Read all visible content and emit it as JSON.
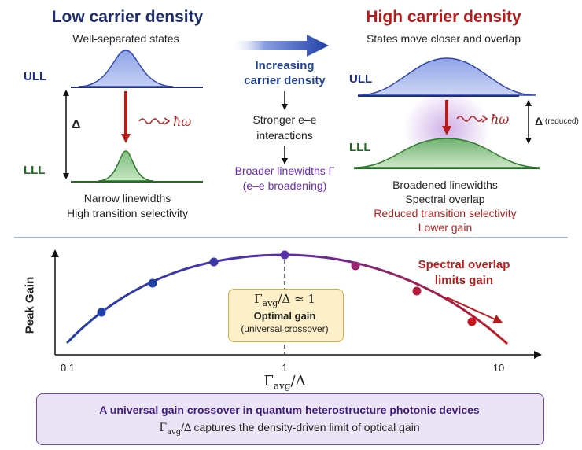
{
  "left": {
    "title": "Low carrier density",
    "subtitle": "Well-separated states",
    "ull": "ULL",
    "lll": "LLL",
    "delta": "Δ",
    "photon": "ħω",
    "notes": [
      "Narrow linewidths",
      "High transition selectivity"
    ]
  },
  "middle": {
    "line1": "Increasing",
    "line2": "carrier density",
    "step1a": "Stronger e–e",
    "step1b": "interactions",
    "step2a": "Broader linewidths Γ",
    "step2b": "(e–e broadening)"
  },
  "right": {
    "title": "High carrier density",
    "subtitle": "States move closer and overlap",
    "ull": "ULL",
    "lll": "LLL",
    "photon": "ħω",
    "delta": "Δ",
    "delta_note": "(reduced)",
    "notes": [
      "Broadened linewidths",
      "Spectral overlap"
    ],
    "notes_red": [
      "Reduced transition selectivity",
      "Lower gain"
    ]
  },
  "chart": {
    "ylabel": "Peak Gain",
    "xlabel_main": "Γ",
    "xlabel_sub": "avg",
    "xlabel_tail": "/Δ",
    "tick_left": "0.1",
    "tick_mid": "1",
    "tick_right": "10",
    "box_line1_main": "Γ",
    "box_line1_sub": "avg",
    "box_line1_tail": "/Δ ≈ 1",
    "box_line2": "Optimal gain",
    "box_line3": "(universal crossover)",
    "annot_line1": "Spectral overlap",
    "annot_line2": "limits gain",
    "colors": {
      "left": "#1f3fa8",
      "peak": "#5a2ea8",
      "right": "#c4161c"
    }
  },
  "banner": {
    "line1": "A universal gain crossover in quantum heterostructure photonic devices",
    "line2_main": "Γ",
    "line2_sub": "avg",
    "line2_tail": "/Δ captures the density-driven limit of optical gain"
  }
}
